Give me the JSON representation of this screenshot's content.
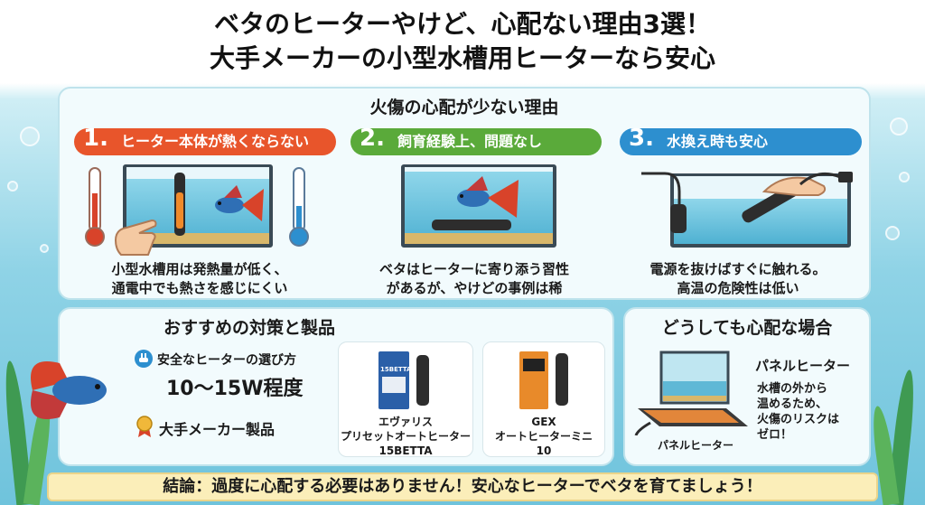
{
  "title": {
    "line1": "ベタのヒーターやけど、心配ない理由3選！",
    "line2": "大手メーカーの小型水槽用ヒーターなら安心"
  },
  "reasons": {
    "heading": "火傷の心配が少ない理由",
    "items": [
      {
        "num": "1.",
        "label": "ヒーター本体が熱くならない",
        "color": "#e8552b",
        "text1": "小型水槽用は発熱量が低く、",
        "text2": "通電中でも熱さを感じにくい"
      },
      {
        "num": "2.",
        "label": "飼育経験上、問題なし",
        "color": "#5aaa3a",
        "text1": "ベタはヒーターに寄り添う習性",
        "text2": "があるが、やけどの事例は稀"
      },
      {
        "num": "3.",
        "label": "水換え時も安心",
        "color": "#2d8fcf",
        "text1": "電源を抜けばすぐに触れる。",
        "text2": "高温の危険性は低い"
      }
    ]
  },
  "recommend": {
    "heading": "おすすめの対策と製品",
    "choose_label": "安全なヒーターの選び方",
    "wattage": "10〜15W程度",
    "maker": "大手メーカー製品",
    "products": [
      {
        "line1": "エヴァリス",
        "line2": "プリセットオートヒーター",
        "line3": "15BETTA",
        "box_text": "15BETTA"
      },
      {
        "line1": "GEX",
        "line2": "オートヒーターミニ",
        "line3": "10"
      }
    ]
  },
  "worry": {
    "heading": "どうしても心配な場合",
    "panel_title": "パネルヒーター",
    "desc1": "水槽の外から",
    "desc2": "温めるため、",
    "desc3": "火傷のリスクは",
    "desc4": "ゼロ！",
    "heater_label": "パネルヒーター"
  },
  "conclusion": "結論：過度に心配する必要はありません！安心なヒーターでベタを育てましょう！",
  "colors": {
    "accent_red": "#e8552b",
    "accent_green": "#5aaa3a",
    "accent_blue": "#2d8fcf",
    "bar": "#fbeeb9"
  }
}
